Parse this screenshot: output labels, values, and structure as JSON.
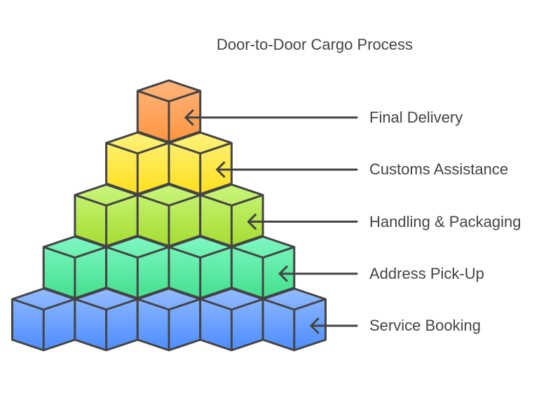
{
  "title": "Door-to-Door Cargo Process",
  "levels": [
    {
      "label": "Final Delivery",
      "cubes": 1,
      "color_top": "#ffb47c",
      "color_bottom": "#ff9642"
    },
    {
      "label": "Customs Assistance",
      "cubes": 2,
      "color_top": "#fff27c",
      "color_bottom": "#ffdf1e"
    },
    {
      "label": "Handling & Packaging",
      "cubes": 3,
      "color_top": "#caf67c",
      "color_bottom": "#a5dc30"
    },
    {
      "label": "Address Pick-Up",
      "cubes": 4,
      "color_top": "#7ef8c2",
      "color_bottom": "#44df8e"
    },
    {
      "label": "Service Booking",
      "cubes": 5,
      "color_top": "#93bbff",
      "color_bottom": "#4d8dff"
    }
  ],
  "stroke_color": "#444444",
  "text_color": "#444444"
}
